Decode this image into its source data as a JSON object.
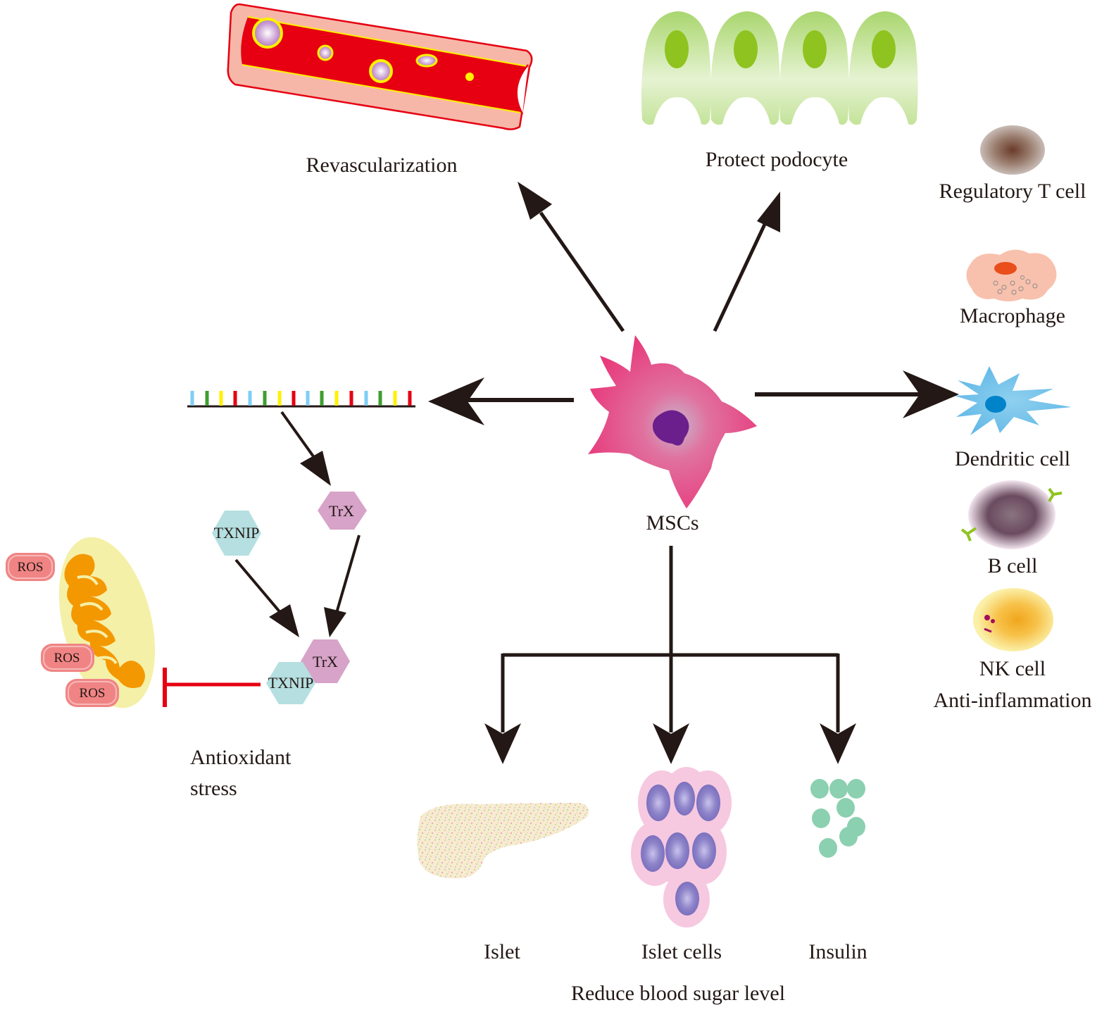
{
  "labels": {
    "revascularization": "Revascularization",
    "protect_podocyte": "Protect podocyte",
    "regulatory_t_cell": "Regulatory T cell",
    "macrophage": "Macrophage",
    "dendritic_cell": "Dendritic cell",
    "b_cell": "B cell",
    "nk_cell": "NK cell",
    "anti_inflammation": "Anti-inflammation",
    "mscs": "MSCs",
    "trx_top": "TrX",
    "txnip_left": "TXNIP",
    "trx_complex": "TrX",
    "txnip_complex": "TXNIP",
    "ros_1": "ROS",
    "ros_2": "ROS",
    "ros_3": "ROS",
    "antioxidant_line1": "Antioxidant",
    "antioxidant_line2": "stress",
    "islet": "Islet",
    "islet_cells": "Islet cells",
    "insulin": "Insulin",
    "reduce_blood_sugar": "Reduce blood sugar level"
  },
  "colors": {
    "arrow": "#231815",
    "inhibit": "#e60012",
    "msc": "#e83a7c",
    "trx": "#d7a3c8",
    "txnip": "#b5dfe0",
    "ros": "#f08484"
  }
}
